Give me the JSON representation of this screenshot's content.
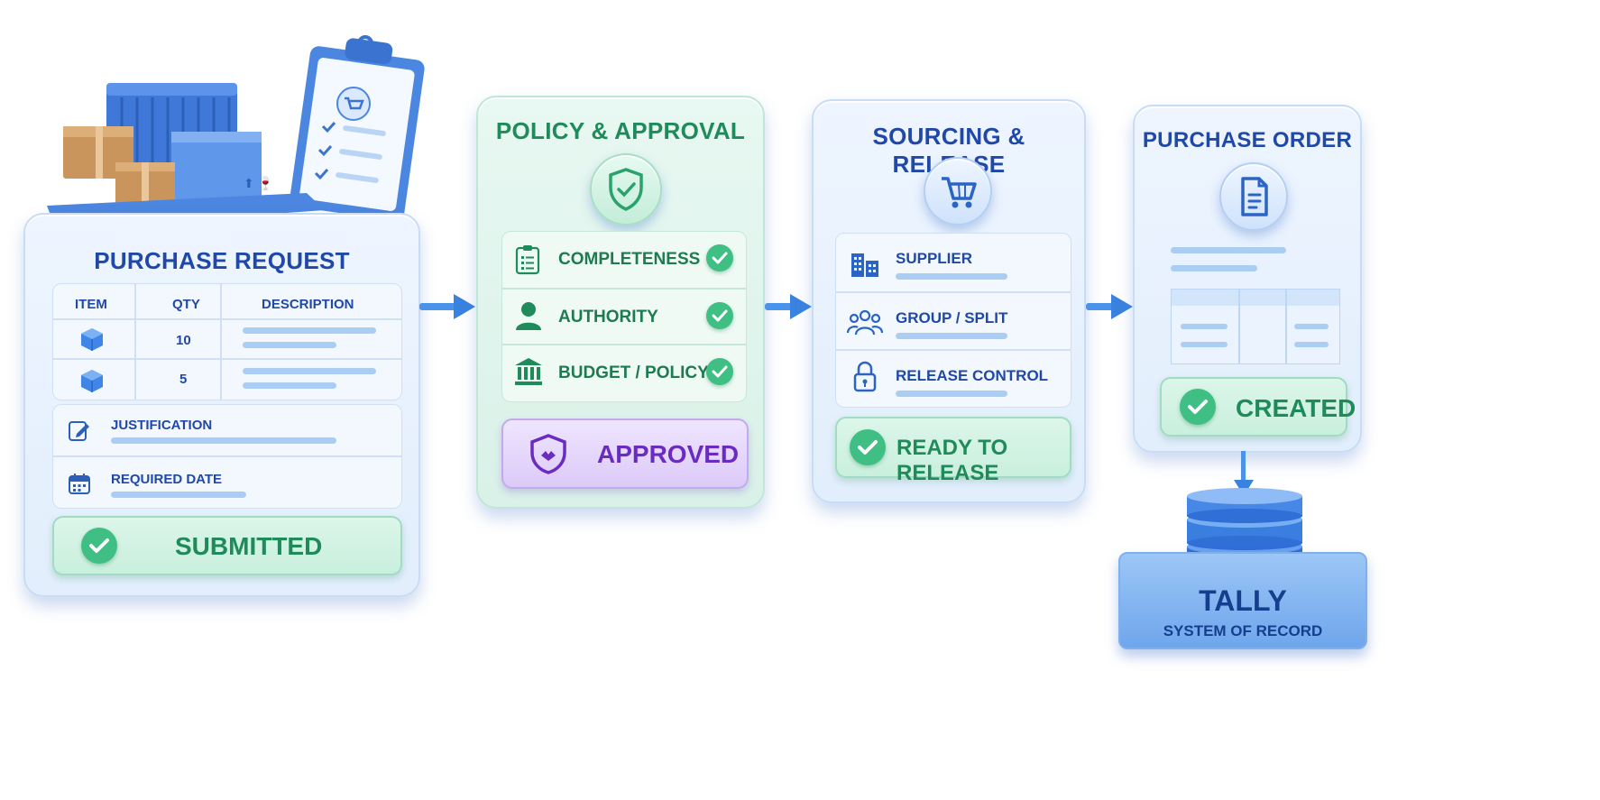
{
  "purchase_request": {
    "title": "PURCHASE REQUEST",
    "headers": [
      "ITEM",
      "QTY",
      "DESCRIPTION"
    ],
    "rows": [
      {
        "qty": "10"
      },
      {
        "qty": "5"
      }
    ],
    "justification": "JUSTIFICATION",
    "required_date": "REQUIRED DATE",
    "status": "SUBMITTED"
  },
  "policy_approval": {
    "title": "POLICY & APPROVAL",
    "checks": [
      "COMPLETENESS",
      "AUTHORITY",
      "BUDGET / POLICY"
    ],
    "status": "APPROVED"
  },
  "sourcing_release": {
    "title": "SOURCING & RELEASE",
    "items": [
      "SUPPLIER",
      "GROUP / SPLIT",
      "RELEASE CONTROL"
    ],
    "status": "READY TO RELEASE"
  },
  "purchase_order": {
    "title": "PURCHASE ORDER",
    "status": "CREATED"
  },
  "system": {
    "name": "TALLY",
    "subtitle": "SYSTEM OF RECORD"
  },
  "icons": [
    "box-icon",
    "clipboard-icon",
    "shield-check-icon",
    "cart-icon",
    "document-icon",
    "database-icon",
    "person-icon",
    "bank-icon",
    "building-icon",
    "group-icon",
    "lock-icon",
    "calendar-icon",
    "edit-icon",
    "check-icon"
  ],
  "colors": {
    "blue": "#1f48a8",
    "green": "#1f8a5a",
    "purple": "#6a2cc0",
    "accent": "#3f8ff0"
  }
}
